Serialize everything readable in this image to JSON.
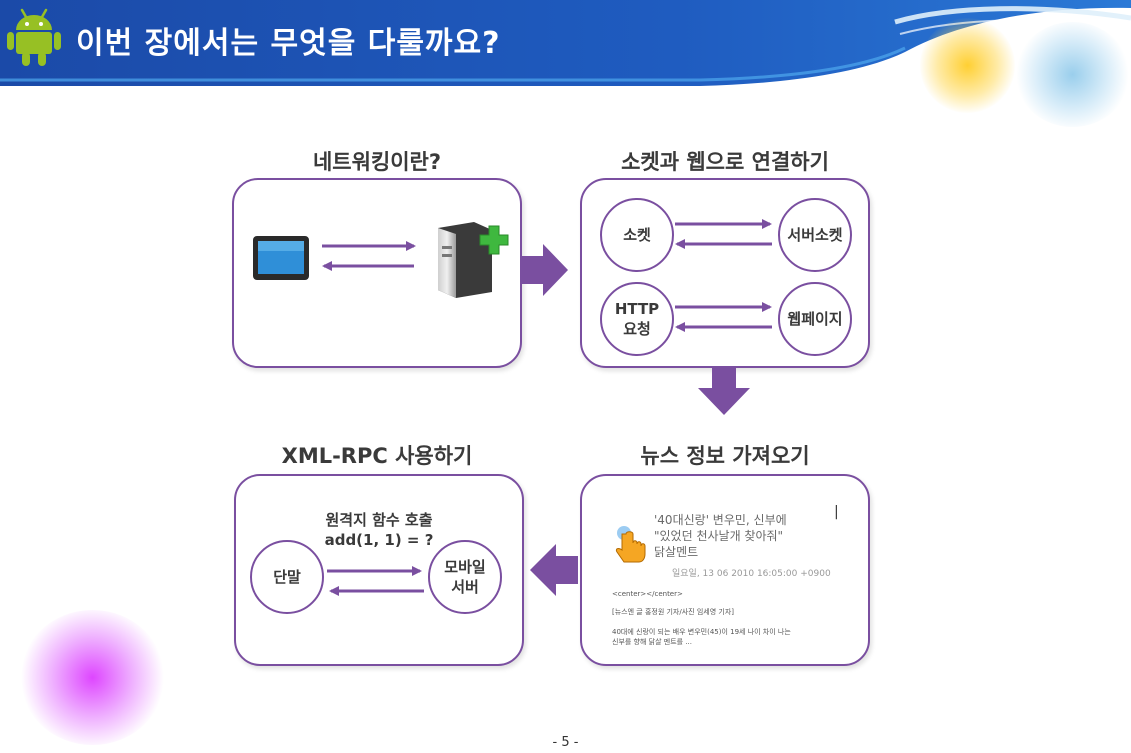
{
  "slide": {
    "title": "이번 장에서는 무엇을 다룰까요?",
    "page_number": "- 5 -"
  },
  "sections": {
    "networking": {
      "title": "네트워킹이란?",
      "icons": [
        "tablet-icon",
        "server-icon",
        "plus-icon"
      ]
    },
    "socket_web": {
      "title": "소켓과 웹으로 연결하기",
      "socket": "소켓",
      "server_socket": "서버소켓",
      "http_line1": "HTTP",
      "http_line2": "요청",
      "webpage": "웹페이지"
    },
    "news": {
      "title": "뉴스 정보 가져오기",
      "headline_line1": "'40대신랑' 변우민, 신부에",
      "headline_line2": "\"있었던 천사날개 찾아줘\"",
      "headline_line3": "닭살멘트",
      "date": "일요일, 13 06 2010 16:05:00 +0900",
      "center_tag": "<center></center>",
      "credit": "[뉴스엔 글 홍정원 기자/사진 임세영 기자]",
      "body_line1": "40대에 신랑이 되는 배우 변우민(45)이 19세 나이 차이 나는",
      "body_line2": "신부를 향해 닭살 멘트를 ...",
      "cursor": "|"
    },
    "xml_rpc": {
      "title": "XML-RPC 사용하기",
      "caption_line1": "원격지 함수 호출",
      "caption_line2": "add(1, 1)  = ?",
      "terminal": "단말",
      "mobile_line1": "모바일",
      "mobile_line2": "서버"
    }
  },
  "colors": {
    "accent_purple": "#7a4fa0",
    "banner_blue": "#1d4fb0",
    "android_green": "#97c024"
  }
}
